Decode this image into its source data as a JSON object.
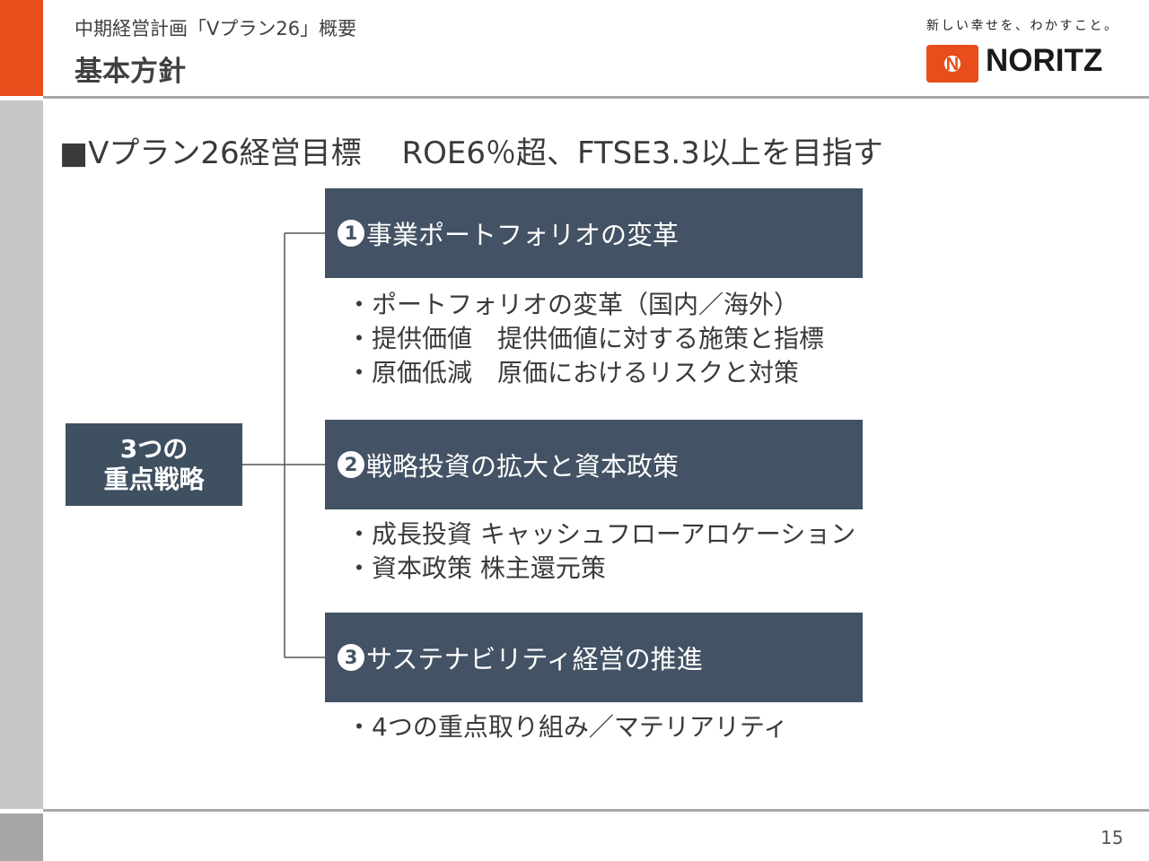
{
  "header": {
    "subtitle": "中期経営計画「Vプラン26」概要",
    "title": "基本方針"
  },
  "brand": {
    "tagline": "新しい幸せを、わかすこと。",
    "logo_text": "NORITZ",
    "logo_letter": "N",
    "accent_color": "#e84d1c",
    "box_color": "#435264"
  },
  "headline": "■Vプラン26経営目標　 ROE6％超、FTSE3.3以上を目指す",
  "core": {
    "line1": "3つの",
    "line2": "重点戦略"
  },
  "strategies": [
    {
      "number": "1",
      "title": "事業ポートフォリオの変革",
      "bullets": [
        "・ポートフォリオの変革（国内／海外）",
        "・提供価値　提供価値に対する施策と指標",
        "・原価低減　原価におけるリスクと対策"
      ]
    },
    {
      "number": "2",
      "title": "戦略投資の拡大と資本政策",
      "bullets": [
        "・成長投資 キャッシュフローアロケーション",
        "・資本政策 株主還元策"
      ]
    },
    {
      "number": "3",
      "title": "サステナビリティ経営の推進",
      "bullets": [
        "・4つの重点取り組み／マテリアリティ"
      ]
    }
  ],
  "page_number": "15"
}
